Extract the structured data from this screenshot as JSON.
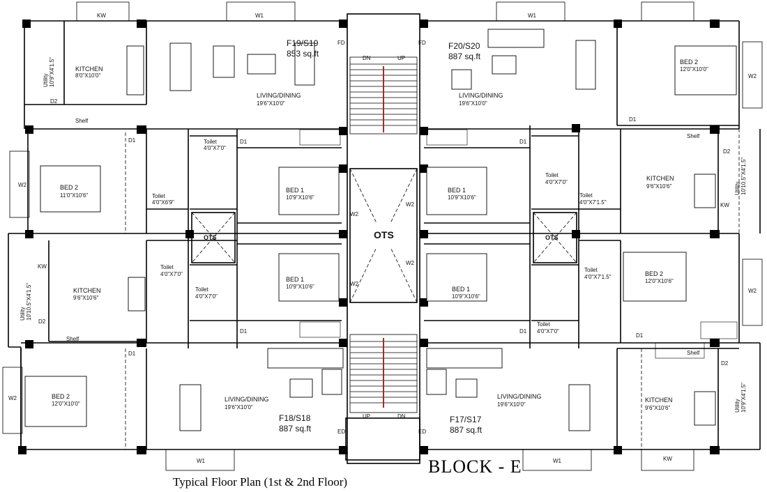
{
  "flats": {
    "nw": {
      "name": "F19/S19",
      "area": "853 sq.ft"
    },
    "ne": {
      "name": "F20/S20",
      "area": "887 sq.ft"
    },
    "sw": {
      "name": "F18/S18",
      "area": "887 sq.ft"
    },
    "se": {
      "name": "F17/S17",
      "area": "887 sq.ft"
    }
  },
  "rooms": {
    "kitchen_nw": {
      "name": "KITCHEN",
      "dim": "8'0\"X10'0\""
    },
    "kitchen_w": {
      "name": "KITCHEN",
      "dim": "9'6\"X10'6\""
    },
    "kitchen_e": {
      "name": "KITCHEN",
      "dim": "9'6\"X10'6\""
    },
    "kitchen_se": {
      "name": "KITCHEN",
      "dim": "9'6\"X10'6\""
    },
    "living_nw": {
      "name": "LIVING/DINING",
      "dim": "19'6\"X10'0\""
    },
    "living_ne": {
      "name": "LIVING/DINING",
      "dim": "19'6\"X10'0\""
    },
    "living_sw": {
      "name": "LIVING/DINING",
      "dim": "19'6\"X10'0\""
    },
    "living_se": {
      "name": "LIVING/DINING",
      "dim": "19'6\"X10'0\""
    },
    "bed2_ne": {
      "name": "BED 2",
      "dim": "12'0\"X10'0\""
    },
    "bed2_w": {
      "name": "BED 2",
      "dim": "11'0\"X10'6\""
    },
    "bed2_e": {
      "name": "BED 2",
      "dim": "12'0\"X10'6\""
    },
    "bed2_sw": {
      "name": "BED 2",
      "dim": "12'0\"X10'0\""
    },
    "bed1_nw": {
      "name": "BED 1",
      "dim": "10'9\"X10'6\""
    },
    "bed1_ne": {
      "name": "BED 1",
      "dim": "10'9\"X10'6\""
    },
    "bed1_sw": {
      "name": "BED 1",
      "dim": "10'9\"X10'6\""
    },
    "bed1_se": {
      "name": "BED 1",
      "dim": "10'9\"X10'6\""
    },
    "toilet_1": {
      "name": "Toilet",
      "dim": "4'0\"X7'0\""
    },
    "toilet_2": {
      "name": "Toilet",
      "dim": "4'0\"X6'9\""
    },
    "toilet_3": {
      "name": "Toilet",
      "dim": "4'0\"X7'0\""
    },
    "toilet_4": {
      "name": "Toilet",
      "dim": "4'0\"X7'0\""
    },
    "toilet_5": {
      "name": "Toilet",
      "dim": "4'0\"X7'0\""
    },
    "toilet_6": {
      "name": "Toilet",
      "dim": "4'0\"X7'1.5\""
    },
    "toilet_7": {
      "name": "Toilet",
      "dim": "4'0\"X7'1.5\""
    },
    "toilet_8": {
      "name": "Toilet",
      "dim": "4'0\"X7'0\""
    },
    "utility_nw": {
      "name": "Utility",
      "dim": "10'9\"X4'1.5\""
    },
    "utility_w": {
      "name": "Utility",
      "dim": "10'10.5\"X4'1.5\""
    },
    "utility_e": {
      "name": "Utility",
      "dim": "10'10.5\"X4'1.5\""
    },
    "utility_se": {
      "name": "Utility",
      "dim": "10'9\"X4'1.5\""
    }
  },
  "labels": {
    "ots": "OTS",
    "shelf": "Shelf",
    "up": "UP",
    "dn": "DN",
    "w1": "W1",
    "w2": "W2",
    "kw": "KW",
    "d1": "D1",
    "d2": "D2",
    "fd": "FD",
    "ed": "ED"
  },
  "caption": "Typical Floor Plan (1st & 2nd Floor)",
  "block": "BLOCK - E"
}
